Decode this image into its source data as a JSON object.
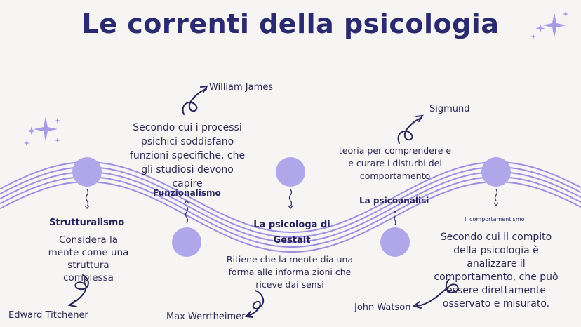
{
  "title": "Le correnti della psicologia",
  "currents": [
    {
      "label": "Strutturalismo",
      "description": "Considera la mente come una struttura complessa",
      "person": "Edward Titchener"
    },
    {
      "label": "Funzionalismo",
      "description": "Secondo cui i processi psichici soddisfano funzioni specifiche, che gli studiosi devono capire",
      "person": "William James"
    },
    {
      "label": "La psicologa di Gestalt",
      "description": "Ritiene che la mente  dia  una forma alle informa zioni che riceve dai sensi",
      "person": "Max Werrtheimer"
    },
    {
      "label": "La psicoanalisi",
      "description": "teoria per comprendere e e curare i disturbi del comportamento",
      "person": "Sigmund"
    },
    {
      "label": "Il  comportamentismo",
      "description": "Secondo cui il compito della psicologia è analizzare il comportamento, che può essere direttamente osservato e misurato.",
      "person": "John Watson"
    }
  ],
  "colors": {
    "background": "#f7f5f3",
    "wave": "#9c8fe0",
    "node": "#b0a6ea",
    "text": "#26265a",
    "sparkle": "#a79be6"
  }
}
